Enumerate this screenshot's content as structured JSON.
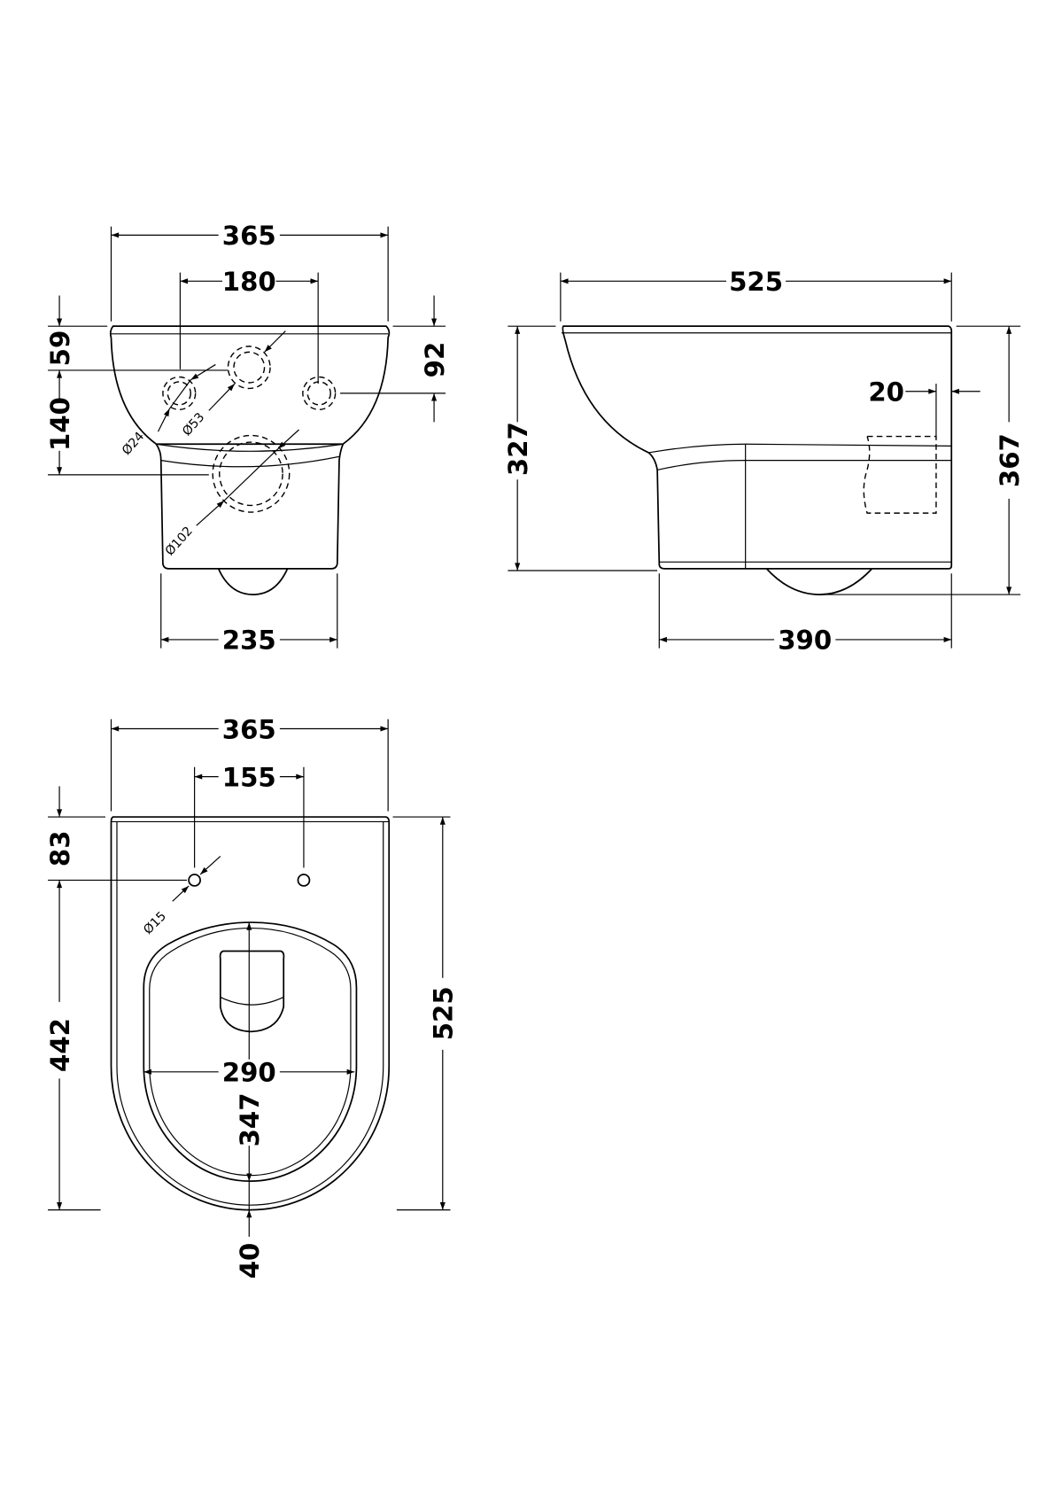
{
  "front_view": {
    "overall_width": "365",
    "hole_spacing": "180",
    "top_to_hole": "59",
    "hole_to_outlet": "140",
    "right_hole_height": "92",
    "base_width": "235",
    "hole_small_dia": "Ø24",
    "hole_medium_dia": "Ø53",
    "outlet_dia": "Ø102"
  },
  "side_view": {
    "overall_length": "525",
    "body_height": "327",
    "overall_height": "367",
    "base_length": "390",
    "wall_offset": "20"
  },
  "plan_view": {
    "overall_width": "365",
    "fixing_spacing": "155",
    "top_to_fixing": "83",
    "fixing_to_front": "442",
    "overall_length": "525",
    "fixing_dia": "Ø15",
    "seat_width": "290",
    "seat_length": "347",
    "front_rim": "40"
  }
}
